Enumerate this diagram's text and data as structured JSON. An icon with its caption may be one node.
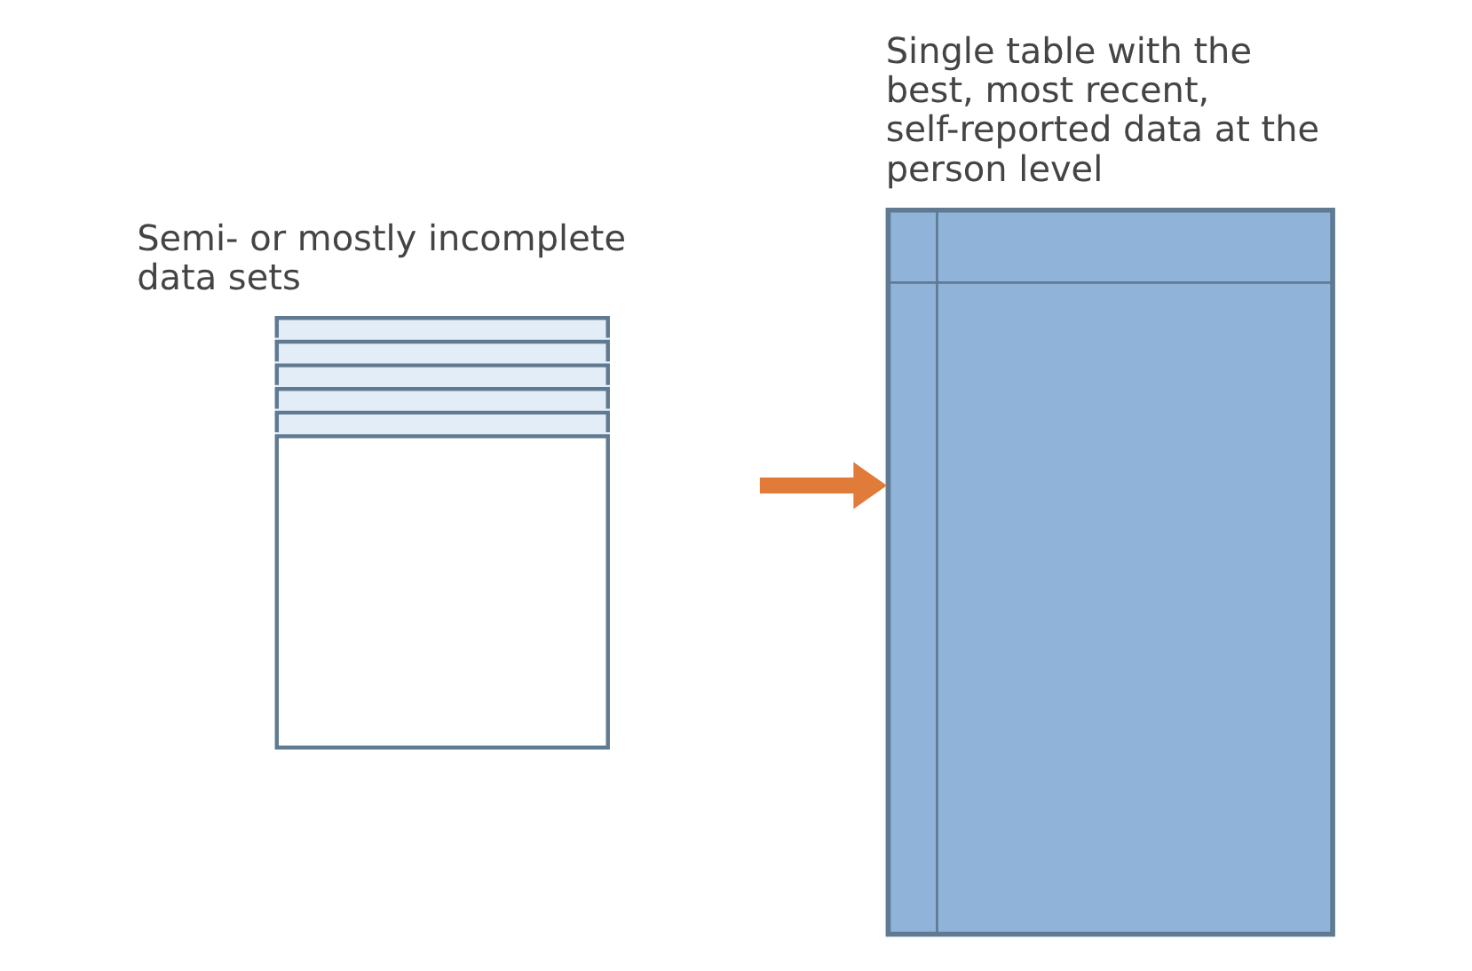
{
  "diagram": {
    "nodes": [
      {
        "text": [
          "Semi- or mostly incomplete data sets"
        ]
      },
      {
        "text": [
          "Single table with the best, most recent, self-reported data at the person level"
        ]
      }
    ],
    "edges": [
      {
        "from": 0,
        "to": 1,
        "arrow": "to",
        "color": "#e07b39"
      }
    ]
  }
}
